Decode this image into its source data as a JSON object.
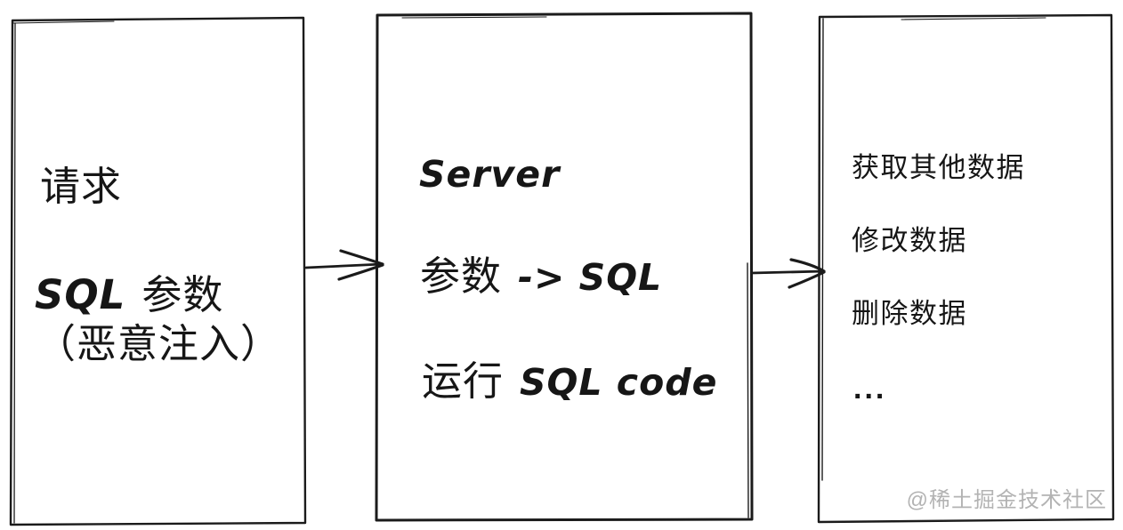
{
  "canvas": {
    "background": "#ffffff",
    "ink_color": "#1b1b1b",
    "watermark_color": "#b3b3b3",
    "watermark": "@稀土掘金技术社区"
  },
  "request_box": {
    "request_label": "请求",
    "sql_param_en": "SQL",
    "sql_param_zh": "参数",
    "injection_label": "（恶意注入）"
  },
  "server_box": {
    "server_label": "Server",
    "param_to_sql_zh": "参数",
    "param_to_sql_en": "-> SQL",
    "run_sql_zh": "运行",
    "run_sql_en": "SQL code"
  },
  "result_box": {
    "fetch_label": "获取其他数据",
    "modify_label": "修改数据",
    "delete_label": "删除数据",
    "ellipsis_label": "..."
  },
  "arrows": {
    "request_to_server": "right-arrow",
    "server_to_result": "right-arrow"
  }
}
